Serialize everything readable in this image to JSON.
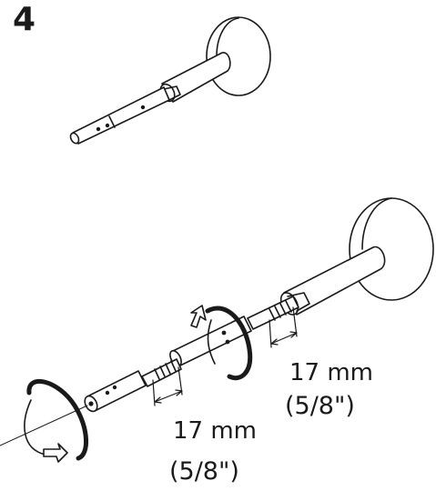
{
  "step": {
    "number": "4"
  },
  "measurements": [
    {
      "value": "17 mm",
      "imperial": "(5/8\")"
    },
    {
      "value": "17 mm",
      "imperial": "(5/8\")"
    }
  ],
  "colors": {
    "line": "#1a1a1a",
    "background": "#ffffff"
  },
  "icons": [
    "rotation-arrow-icon",
    "rotation-arrow-icon"
  ]
}
